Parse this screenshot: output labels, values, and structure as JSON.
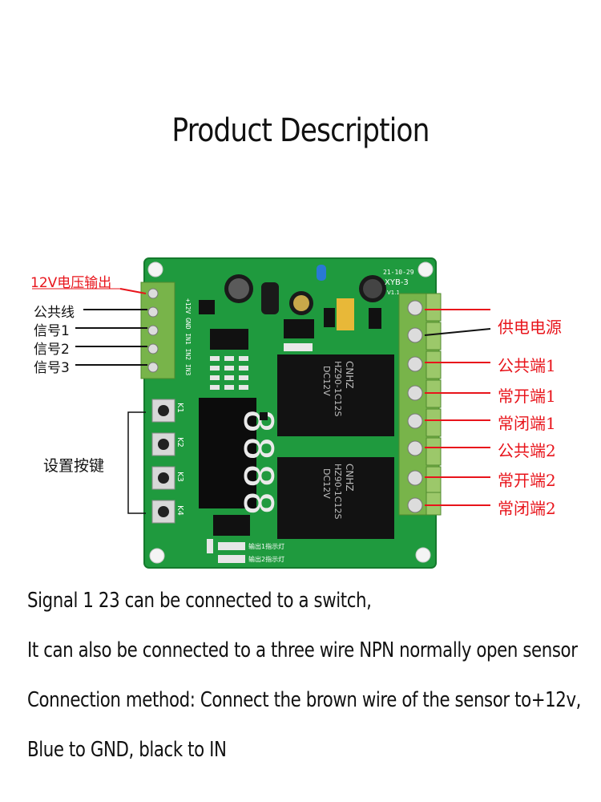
{
  "title": "Product Description",
  "left_labels": {
    "power_out": "12V电压输出",
    "common": "公共线",
    "signal1": "信号1",
    "signal2": "信号2",
    "signal3": "信号3"
  },
  "keys_label": "设置按键",
  "right_labels": [
    "供电电源",
    "公共端1",
    "常开端1",
    "常闭端1",
    "公共端2",
    "常开端2",
    "常闭端2"
  ],
  "board": {
    "pin_text": "+12V GND IN1 IN2 IN3",
    "date_text": "21-10-29",
    "model_text": "XYB-3",
    "version_text": "V1.1",
    "relay_brand": "CNHZ",
    "relay_model": "HZ90-1C12S",
    "relay_voltage": "DC12V",
    "keys": [
      "K1",
      "K2",
      "K3",
      "K4"
    ],
    "led1_text": "输出1指示灯",
    "led2_text": "输出2指示灯",
    "colors": {
      "pcb": "#1f9a3e",
      "terminal": "#78b44a",
      "relay": "#121212",
      "display": "#0c0c0c",
      "label_red": "#e8141b"
    }
  },
  "description": [
    "Signal 1 23 can be connected to a switch,",
    "It can also be connected to a three wire NPN normally open sensor",
    "Connection method: Connect the brown wire of the sensor to+12v,",
    "Blue to GND, black to IN"
  ]
}
